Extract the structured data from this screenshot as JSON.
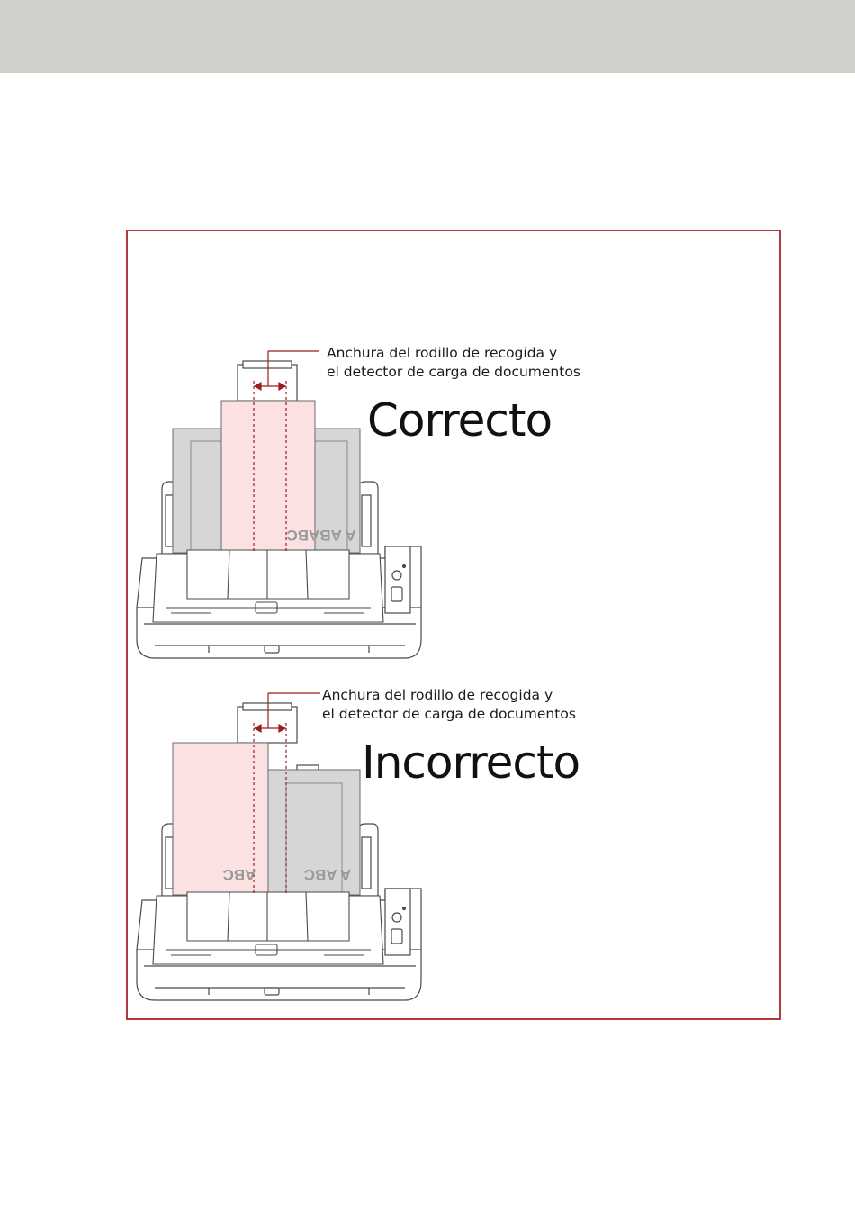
{
  "colors": {
    "header_bar": "#cfcfcb",
    "frame_border": "#b23a3e",
    "highlight_paper": "#fbe1e1",
    "gray_paper": "#d6d6d6",
    "guide_red": "#9c1c22"
  },
  "figure": {
    "correct": {
      "callout_line1": "Anchura del rodillo de recogida y",
      "callout_line2": "el detector de carga de documentos",
      "label": "Correcto",
      "paper_text": "A ABABC"
    },
    "incorrect": {
      "callout_line1": "Anchura del rodillo de recogida y",
      "callout_line2": "el detector de carga de documentos",
      "label": "Incorrecto",
      "paper_text_left": "ABC",
      "paper_text_right": "A ABC"
    }
  }
}
